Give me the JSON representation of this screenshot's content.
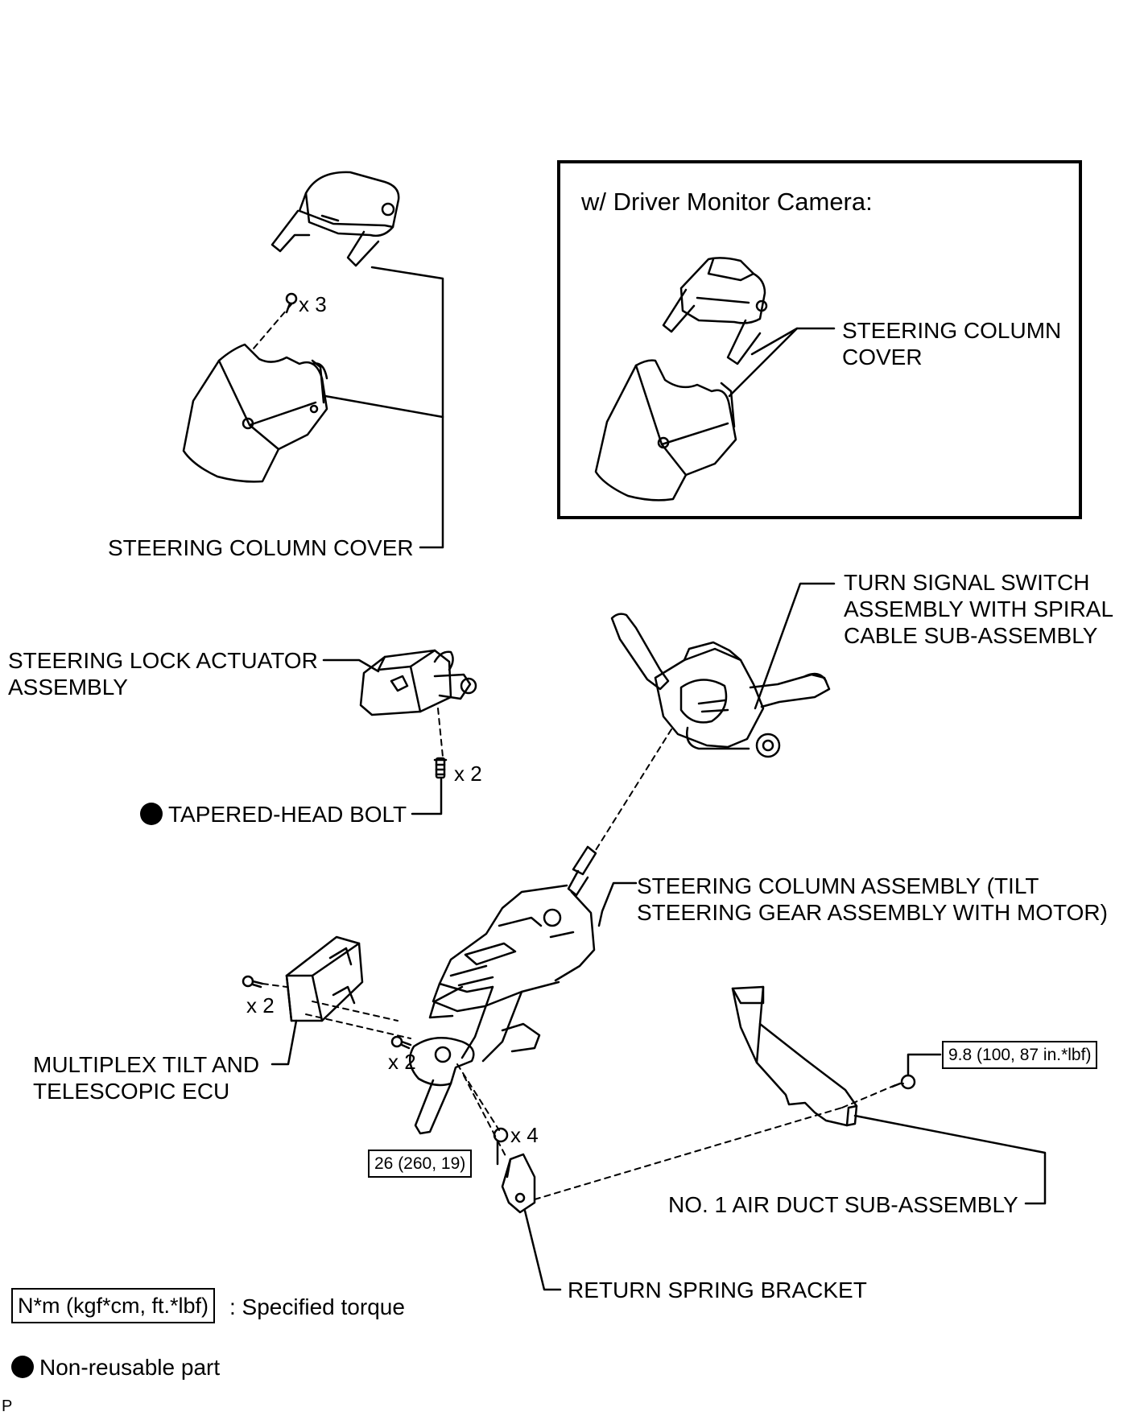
{
  "inset": {
    "title": "w/ Driver Monitor Camera:",
    "cover_label": "STEERING COLUMN\nCOVER"
  },
  "labels": {
    "steering_column_cover": "STEERING COLUMN COVER",
    "turn_signal_switch": "TURN SIGNAL SWITCH\nASSEMBLY WITH SPIRAL\nCABLE SUB-ASSEMBLY",
    "steering_lock_actuator": "STEERING LOCK ACTUATOR\nASSEMBLY",
    "tapered_head_bolt": "TAPERED-HEAD BOLT",
    "steering_column_assembly": "STEERING COLUMN ASSEMBLY (TILT\nSTEERING GEAR ASSEMBLY WITH MOTOR)",
    "multiplex_ecu": "MULTIPLEX TILT AND\nTELESCOPIC ECU",
    "no1_air_duct": "NO. 1 AIR DUCT SUB-ASSEMBLY",
    "return_spring_bracket": "RETURN SPRING BRACKET"
  },
  "quantities": {
    "cover_screws": "x 3",
    "lock_bolts": "x 2",
    "ecu_screws_1": "x 2",
    "ecu_screws_2": "x 2",
    "column_nuts": "x 4"
  },
  "torques": {
    "air_duct": "9.8 (100, 87 in.*lbf)",
    "column": "26 (260, 19)"
  },
  "legend": {
    "torque_unit": "N*m (kgf*cm, ft.*lbf)",
    "torque_desc": ": Specified torque",
    "nonreusable": "Non-reusable part"
  },
  "corner_mark": "P"
}
